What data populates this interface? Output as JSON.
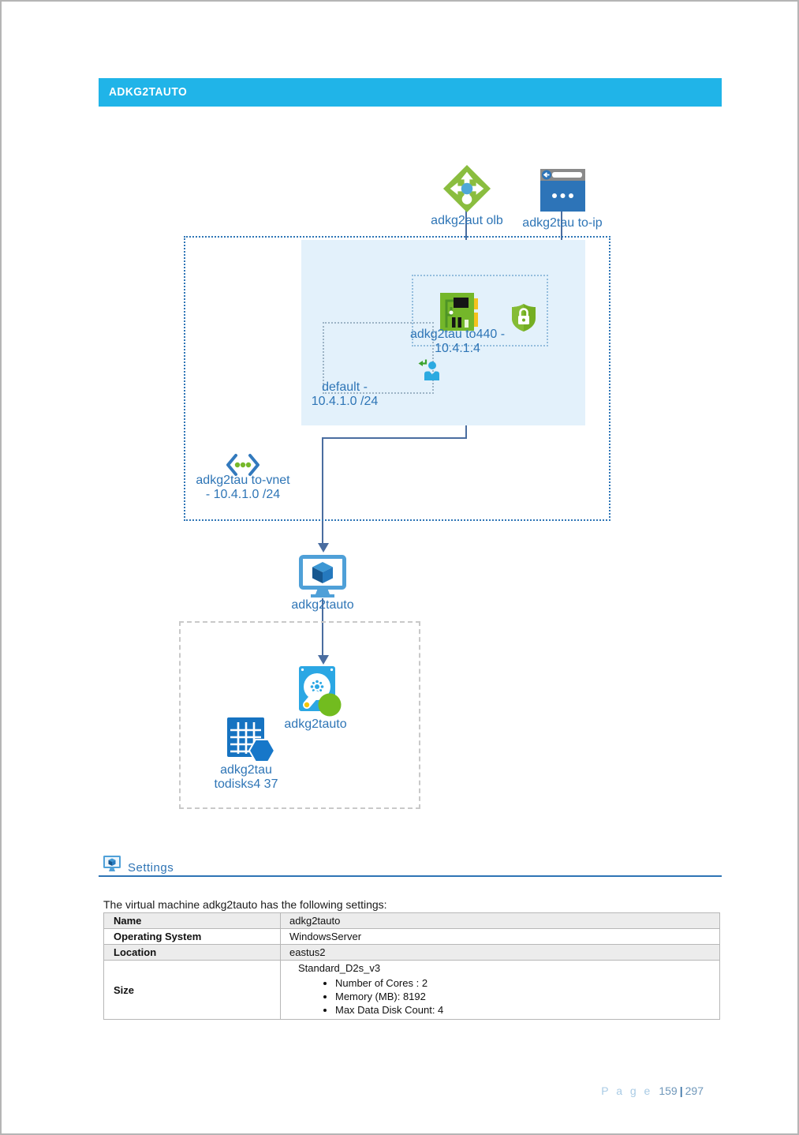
{
  "colors": {
    "header_bg": "#20B4E8",
    "heading_blue": "#2E74B5",
    "label_blue": "#2E75B6",
    "connector_blue": "#4A6DA0",
    "azure_green": "#8ABD3F",
    "subnet_fill": "#E3F1FB"
  },
  "header": {
    "title": "ADKG2TAUTO"
  },
  "diagram": {
    "load_balancer_label": "adkg2aut olb",
    "public_ip_label": "adkg2tau to-ip",
    "nic_label_line1": "adkg2tau to440 -",
    "nic_label_line2": "10.4.1.4",
    "subnet_label_line1": "default -",
    "subnet_label_line2": "10.4.1.0 /24",
    "vnet_label_line1": "adkg2tau to-vnet",
    "vnet_label_line2": "- 10.4.1.0 /24",
    "vm_label": "adkg2tauto",
    "disk_label": "adkg2tauto",
    "disks_label_line1": "adkg2tau",
    "disks_label_line2": "todisks4 37"
  },
  "settings": {
    "heading": "Settings",
    "intro": "The virtual machine adkg2tauto has the following settings:",
    "table": {
      "rows": [
        {
          "label": "Name",
          "value": "adkg2tauto"
        },
        {
          "label": "Operating System",
          "value": "WindowsServer"
        },
        {
          "label": "Location",
          "value": "eastus2"
        }
      ],
      "size": {
        "label": "Size",
        "value": "Standard_D2s_v3",
        "bullets": [
          "Number of Cores : 2",
          "Memory (MB): 8192",
          "Max Data Disk Count: 4"
        ]
      }
    }
  },
  "footer": {
    "page_label": "P a g e",
    "current": "159",
    "separator": "|",
    "total": "297"
  }
}
